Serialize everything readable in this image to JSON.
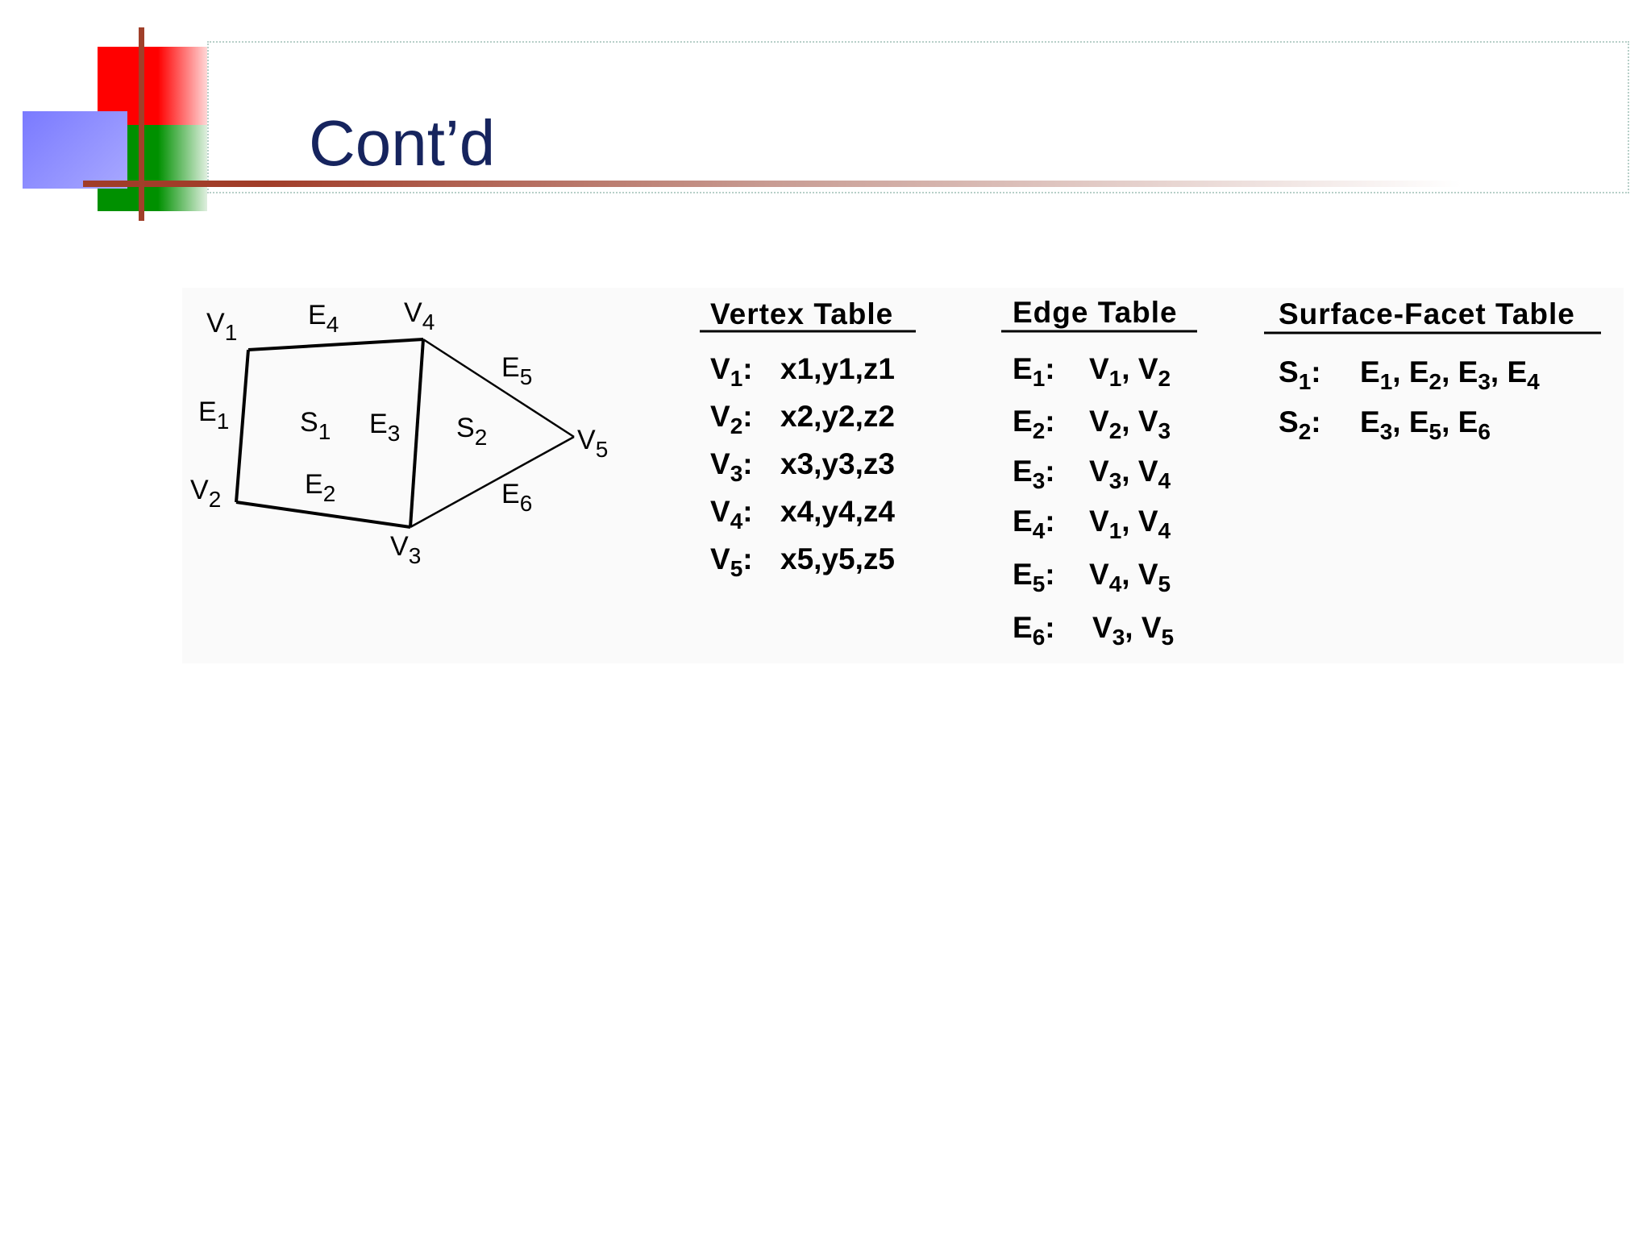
{
  "slide": {
    "title": "Cont’d"
  },
  "diagram": {
    "vertices": [
      {
        "name": "V",
        "sub": "1"
      },
      {
        "name": "V",
        "sub": "2"
      },
      {
        "name": "V",
        "sub": "3"
      },
      {
        "name": "V",
        "sub": "4"
      },
      {
        "name": "V",
        "sub": "5"
      }
    ],
    "edges": [
      {
        "name": "E",
        "sub": "1"
      },
      {
        "name": "E",
        "sub": "2"
      },
      {
        "name": "E",
        "sub": "3"
      },
      {
        "name": "E",
        "sub": "4"
      },
      {
        "name": "E",
        "sub": "5"
      },
      {
        "name": "E",
        "sub": "6"
      }
    ],
    "surfaces": [
      {
        "name": "S",
        "sub": "1"
      },
      {
        "name": "S",
        "sub": "2"
      }
    ]
  },
  "vertex_table": {
    "title": "Vertex Table",
    "rows": [
      {
        "key": "V",
        "sub": "1",
        "value": "x1,y1,z1"
      },
      {
        "key": "V",
        "sub": "2",
        "value": "x2,y2,z2"
      },
      {
        "key": "V",
        "sub": "3",
        "value": "x3,y3,z3"
      },
      {
        "key": "V",
        "sub": "4",
        "value": "x4,y4,z4"
      },
      {
        "key": "V",
        "sub": "5",
        "value": "x5,y5,z5"
      }
    ]
  },
  "edge_table": {
    "title": "Edge Table",
    "rows": [
      {
        "key": "E",
        "sub": "1",
        "a": "V",
        "a_sub": "1",
        "b": "V",
        "b_sub": "2"
      },
      {
        "key": "E",
        "sub": "2",
        "a": "V",
        "a_sub": "2",
        "b": "V",
        "b_sub": "3"
      },
      {
        "key": "E",
        "sub": "3",
        "a": "V",
        "a_sub": "3",
        "b": "V",
        "b_sub": "4"
      },
      {
        "key": "E",
        "sub": "4",
        "a": "V",
        "a_sub": "1",
        "b": "V",
        "b_sub": "4"
      },
      {
        "key": "E",
        "sub": "5",
        "a": "V",
        "a_sub": "4",
        "b": "V",
        "b_sub": "5"
      },
      {
        "key": "E",
        "sub": "6",
        "a": "V",
        "a_sub": "3",
        "b": "V",
        "b_sub": "5"
      }
    ]
  },
  "surface_table": {
    "title": "Surface-Facet Table",
    "rows": [
      {
        "key": "S",
        "sub": "1",
        "edges": [
          {
            "n": "E",
            "s": "1"
          },
          {
            "n": "E",
            "s": "2"
          },
          {
            "n": "E",
            "s": "3"
          },
          {
            "n": "E",
            "s": "4"
          }
        ]
      },
      {
        "key": "S",
        "sub": "2",
        "edges": [
          {
            "n": "E",
            "s": "3"
          },
          {
            "n": "E",
            "s": "5"
          },
          {
            "n": "E",
            "s": "6"
          }
        ]
      }
    ]
  }
}
